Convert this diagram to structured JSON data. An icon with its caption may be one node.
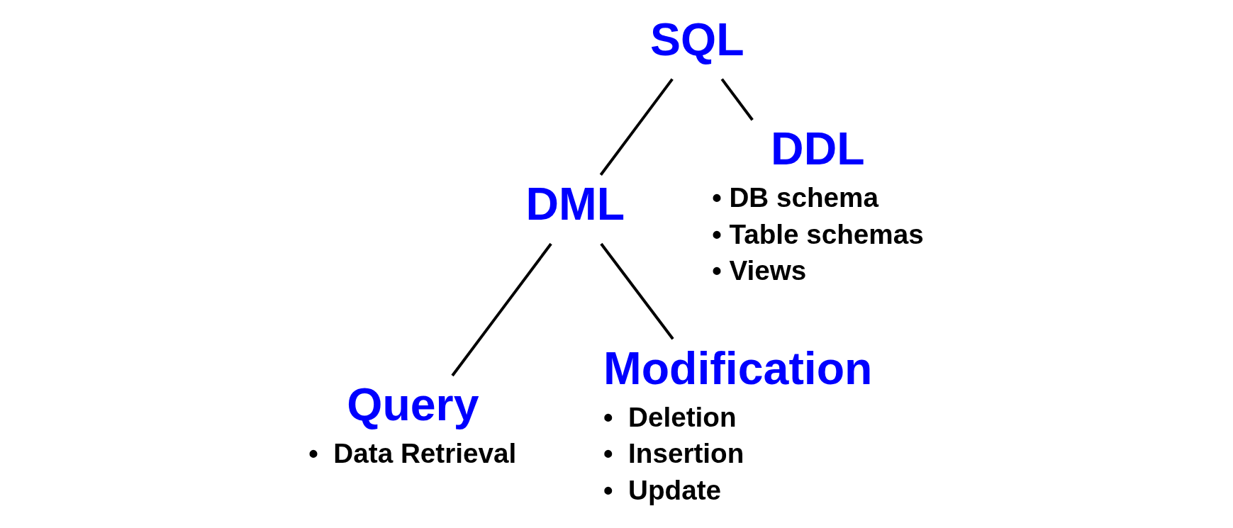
{
  "diagram": {
    "nodes": [
      {
        "text": [
          "SQL"
        ]
      },
      {
        "text": [
          "DML"
        ]
      },
      {
        "text": [
          "DDL"
        ],
        "beside": [
          "• DB schema",
          "• Table schemas",
          "• Views"
        ]
      },
      {
        "text": [
          "Query"
        ],
        "beside": [
          "•  Data Retrieval"
        ]
      },
      {
        "text": [
          "Modification"
        ],
        "beside": [
          "•  Deletion",
          "•  Insertion",
          "•  Update"
        ]
      }
    ],
    "edges": [
      {
        "from": 0,
        "to": 1,
        "arrow": "none"
      },
      {
        "from": 0,
        "to": 2,
        "arrow": "none"
      },
      {
        "from": 1,
        "to": 3,
        "arrow": "none"
      },
      {
        "from": 1,
        "to": 4,
        "arrow": "none"
      }
    ]
  }
}
